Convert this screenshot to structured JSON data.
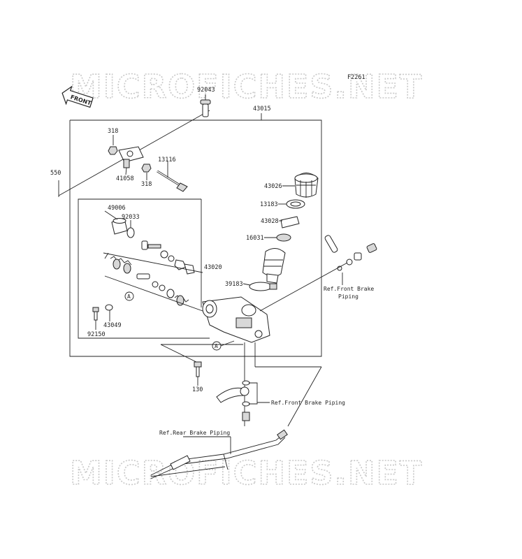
{
  "watermark": "MICROFICHES.NET",
  "figure_code": "F2261",
  "front_label": "FRONT",
  "circle_ref": "A",
  "parts": {
    "p92043": "92043",
    "p43015": "43015",
    "p318a": "318",
    "p318b": "318",
    "p41058": "41058",
    "p13116": "13116",
    "p550": "550",
    "p43026": "43026",
    "p13183": "13183",
    "p43028": "43028",
    "p16031": "16031",
    "p49006": "49006",
    "p92033": "92033",
    "p43020": "43020",
    "p39183": "39183",
    "p43049": "43049",
    "p92150": "92150",
    "p130": "130"
  },
  "refs": {
    "front_brake_1a": "Ref.Front Brake",
    "front_brake_1b": "Piping",
    "front_brake_2": "Ref.Front Brake Piping",
    "rear_brake": "Ref.Rear Brake Piping"
  }
}
